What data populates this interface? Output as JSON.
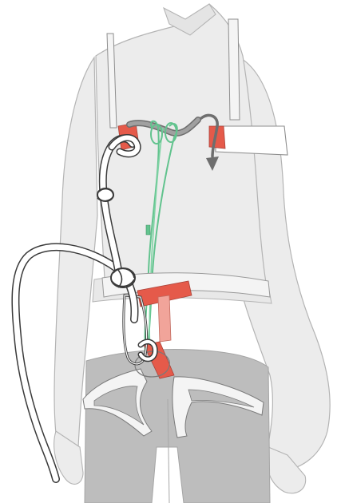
{
  "illustration": {
    "subject": "",
    "colors": {
      "background": "#ffffff",
      "body_fill": "#ececec",
      "body_stroke": "#b4b4b4",
      "legs_fill": "#bdbdbd",
      "harness_strap": "#f4f4f4",
      "accent_red": "#e55a4a",
      "sling_green": "#62c38e",
      "rope_white": "#ffffff",
      "rope_outline": "#3a3a3a",
      "arrow_gray": "#6e6e6e"
    },
    "icons": [
      "chest-harness",
      "sling",
      "rope",
      "carabiner",
      "rotation-arrow"
    ]
  }
}
